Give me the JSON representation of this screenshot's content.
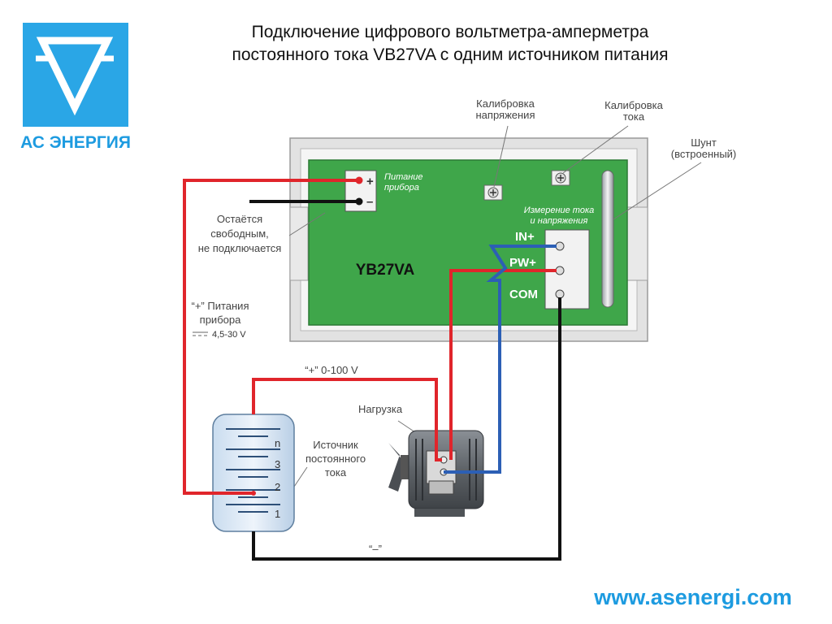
{
  "logo": {
    "text": "АС ЭНЕРГИЯ"
  },
  "title": {
    "line1": "Подключение цифрового вольтметра-амперметра",
    "line2": "постоянного тока VB27VA с одним источником питания"
  },
  "meter": {
    "model": "YB27VA",
    "power_label_1": "Питание",
    "power_label_2": "прибора",
    "measure_label_1": "Измерение тока",
    "measure_label_2": "и напряжения",
    "pins": [
      "IN+",
      "PW+",
      "COM"
    ],
    "plus": "+",
    "minus": "–"
  },
  "callouts": {
    "cal_voltage_1": "Калибровка",
    "cal_voltage_2": "напряжения",
    "cal_current_1": "Калибровка",
    "cal_current_2": "тока",
    "shunt_1": "Шунт",
    "shunt_2": "(встроенный)",
    "free_1": "Остаётся",
    "free_2": "свободным,",
    "free_3": "не подключается",
    "power_plus_1": "“+” Питания",
    "power_plus_2": "прибора",
    "power_plus_3": "4,5-30 V",
    "plus_range": "“+” 0-100 V",
    "load": "Нагрузка",
    "source_1": "Источник",
    "source_2": "постоянного",
    "source_3": "тока",
    "minus": "“–”"
  },
  "battery": {
    "cells": [
      "n",
      "3",
      "2",
      "1"
    ]
  },
  "footer": {
    "url": "www.asenergi.com"
  },
  "colors": {
    "brand": "#1d9be0",
    "board": "#3fa64a",
    "red_wire": "#e0252b",
    "black_wire": "#111111",
    "blue_wire": "#2c5fb5"
  }
}
